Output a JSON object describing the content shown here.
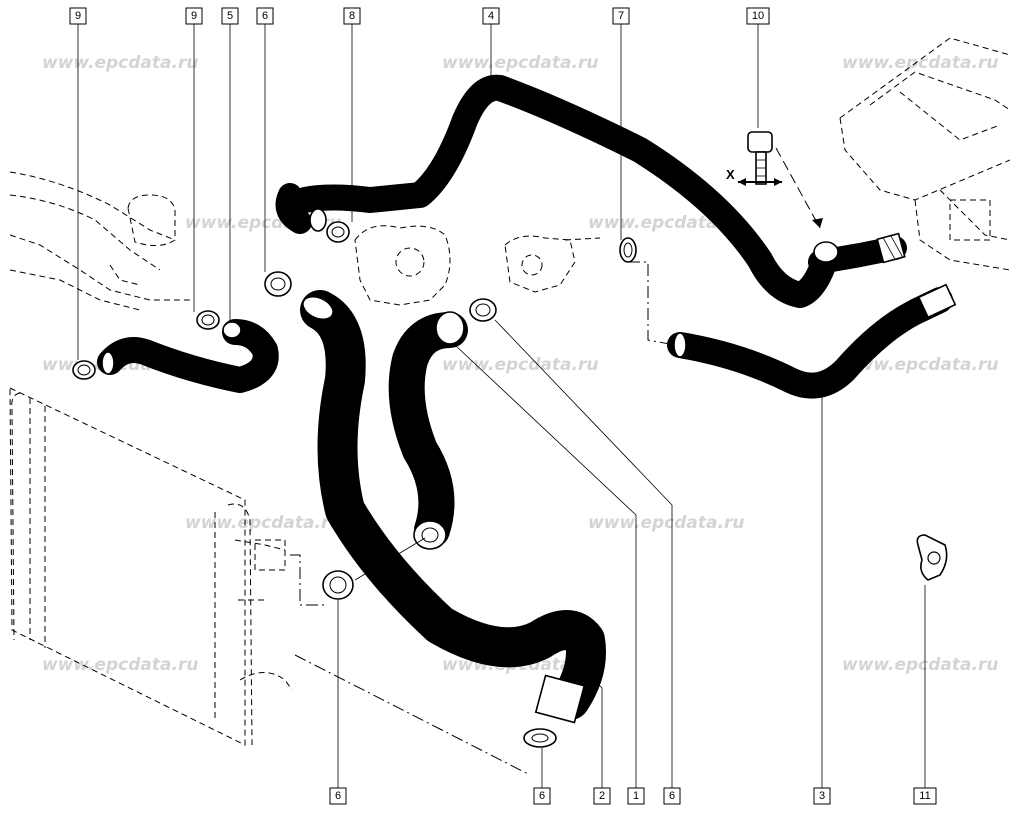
{
  "watermark": "www.epcdata.ru",
  "view_label": "X",
  "callouts": [
    "9",
    "9",
    "5",
    "6",
    "8",
    "4",
    "7",
    "10",
    "6",
    "6",
    "2",
    "1",
    "6",
    "3",
    "11"
  ]
}
